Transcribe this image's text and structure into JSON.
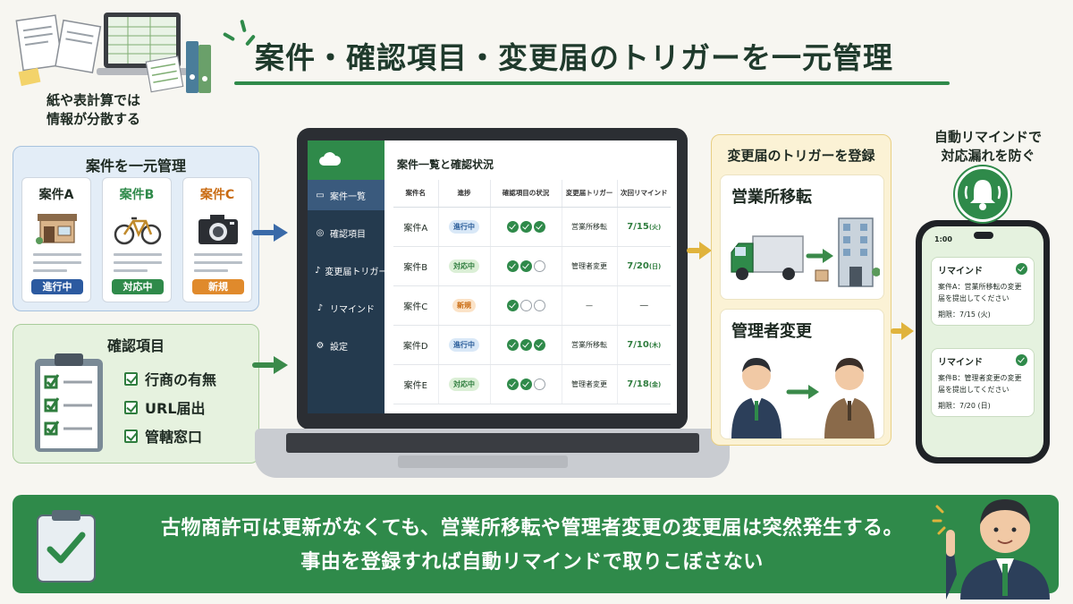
{
  "title": "案件・確認項目・変更届のトリガーを一元管理",
  "scatter": {
    "caption_line1": "紙や表計算では",
    "caption_line2": "情報が分散する"
  },
  "cases_panel": {
    "title": "案件を一元管理",
    "cards": [
      {
        "name": "案件A",
        "badge": "進行中",
        "color": "#2c5aa0"
      },
      {
        "name": "案件B",
        "badge": "対応中",
        "color": "#2f8a4a"
      },
      {
        "name": "案件C",
        "badge": "新規",
        "color": "#e08a2c"
      }
    ]
  },
  "check_panel": {
    "title": "確認項目",
    "items": [
      "行商の有無",
      "URL届出",
      "管轄窓口"
    ]
  },
  "app": {
    "sidebar": [
      {
        "icon": "folder-icon",
        "label": "案件一覧",
        "active": true
      },
      {
        "icon": "check-circle-icon",
        "label": "確認項目",
        "active": false
      },
      {
        "icon": "bell-icon",
        "label": "変更届トリガー",
        "active": false
      },
      {
        "icon": "bell-icon",
        "label": "リマインド",
        "active": false
      },
      {
        "icon": "gear-icon",
        "label": "設定",
        "active": false
      }
    ],
    "main_title": "案件一覧と確認状況",
    "columns": [
      "案件名",
      "進捗",
      "確認項目の状況",
      "変更届トリガー",
      "次回リマインド"
    ],
    "rows": [
      {
        "name": "案件A",
        "status": "進行中",
        "status_color": "blue",
        "checks": [
          true,
          true,
          true
        ],
        "trigger": "営業所移転",
        "date": "7/15",
        "dow": "(火)"
      },
      {
        "name": "案件B",
        "status": "対応中",
        "status_color": "green",
        "checks": [
          true,
          true,
          false
        ],
        "trigger": "管理者変更",
        "date": "7/20",
        "dow": "(日)"
      },
      {
        "name": "案件C",
        "status": "新規",
        "status_color": "orange",
        "checks": [
          true,
          false,
          false
        ],
        "trigger": "—",
        "date": "—",
        "dow": ""
      },
      {
        "name": "案件D",
        "status": "進行中",
        "status_color": "blue",
        "checks": [
          true,
          true,
          true
        ],
        "trigger": "営業所移転",
        "date": "7/10",
        "dow": "(木)"
      },
      {
        "name": "案件E",
        "status": "対応中",
        "status_color": "green",
        "checks": [
          true,
          true,
          false
        ],
        "trigger": "管理者変更",
        "date": "7/18",
        "dow": "(金)"
      }
    ]
  },
  "triggers": {
    "title": "変更届のトリガーを登録",
    "items": [
      "営業所移転",
      "管理者変更"
    ]
  },
  "phone": {
    "caption_line1": "自動リマインドで",
    "caption_line2": "対応漏れを防ぐ",
    "status_time": "1:00",
    "reminders": [
      {
        "title": "リマインド",
        "body": "案件A：営業所移転の変更届を提出してください",
        "deadline": "期限：7/15 (火)"
      },
      {
        "title": "リマインド",
        "body": "案件B：管理者変更の変更届を提出してください",
        "deadline": "期限：7/20 (日)"
      }
    ]
  },
  "banner": {
    "line1": "古物商許可は更新がなくても、営業所移転や管理者変更の変更届は突然発生する。",
    "line2": "事由を登録すれば自動リマインドで取りこぼさない"
  },
  "colors": {
    "accent_green": "#2f8a4a",
    "navy": "#243a4e",
    "blue": "#2c5aa0",
    "orange": "#e08a2c",
    "yellow_border": "#e8cf83"
  }
}
